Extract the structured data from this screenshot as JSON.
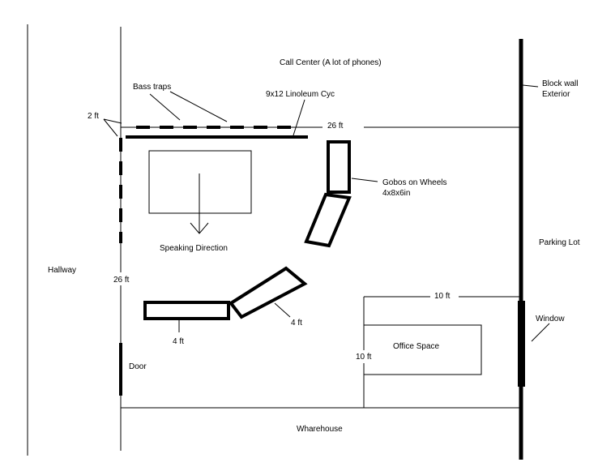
{
  "labels": {
    "call_center": "Call Center (A lot of phones)",
    "bass_traps": "Bass traps",
    "cyc": "9x12 Linoleum Cyc",
    "two_ft": "2 ft",
    "twenty_six_ft_top": "26 ft",
    "block_wall": "Block wall",
    "exterior": "Exterior",
    "gobos": "Gobos on Wheels",
    "gobos_size": "4x8x6in",
    "speaking_direction": "Speaking Direction",
    "parking_lot": "Parking Lot",
    "hallway": "Hallway",
    "twenty_six_ft_left": "26 ft",
    "ten_ft_top": "10 ft",
    "window": "Window",
    "four_ft_left": "4 ft",
    "four_ft_right": "4 ft",
    "office_space": "Office Space",
    "ten_ft_left": "10 ft",
    "door": "Door",
    "warehouse": "Wharehouse"
  }
}
